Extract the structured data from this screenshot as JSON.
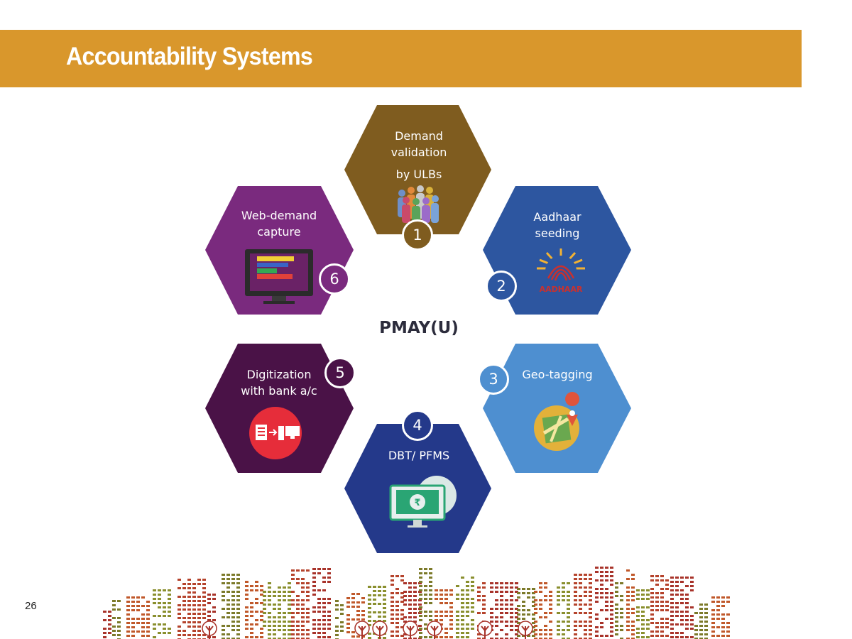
{
  "header": {
    "title": "Accountability Systems"
  },
  "center": {
    "label": "PMAY(U)"
  },
  "page": {
    "number": "26"
  },
  "steps": [
    {
      "number": "1",
      "line1": "Demand",
      "line2": "validation",
      "line3": "by ULBs",
      "icon": "people-group-icon",
      "color": "#7f5c1f"
    },
    {
      "number": "2",
      "line1": "Aadhaar",
      "line2": "seeding",
      "icon": "aadhaar-logo",
      "logo_text": "AADHAAR",
      "color": "#2d56a0"
    },
    {
      "number": "3",
      "line1": "Geo-tagging",
      "icon": "map-pin-icon",
      "color": "#4e8fd0"
    },
    {
      "number": "4",
      "line1": "DBT/ PFMS",
      "icon": "rupee-monitor-icon",
      "color": "#24398a"
    },
    {
      "number": "5",
      "line1": "Digitization",
      "line2": "with bank a/c",
      "icon": "document-transfer-icon",
      "color": "#4a1247"
    },
    {
      "number": "6",
      "line1": "Web-demand",
      "line2": "capture",
      "icon": "monitor-chart-icon",
      "color": "#7a2a7e"
    }
  ]
}
